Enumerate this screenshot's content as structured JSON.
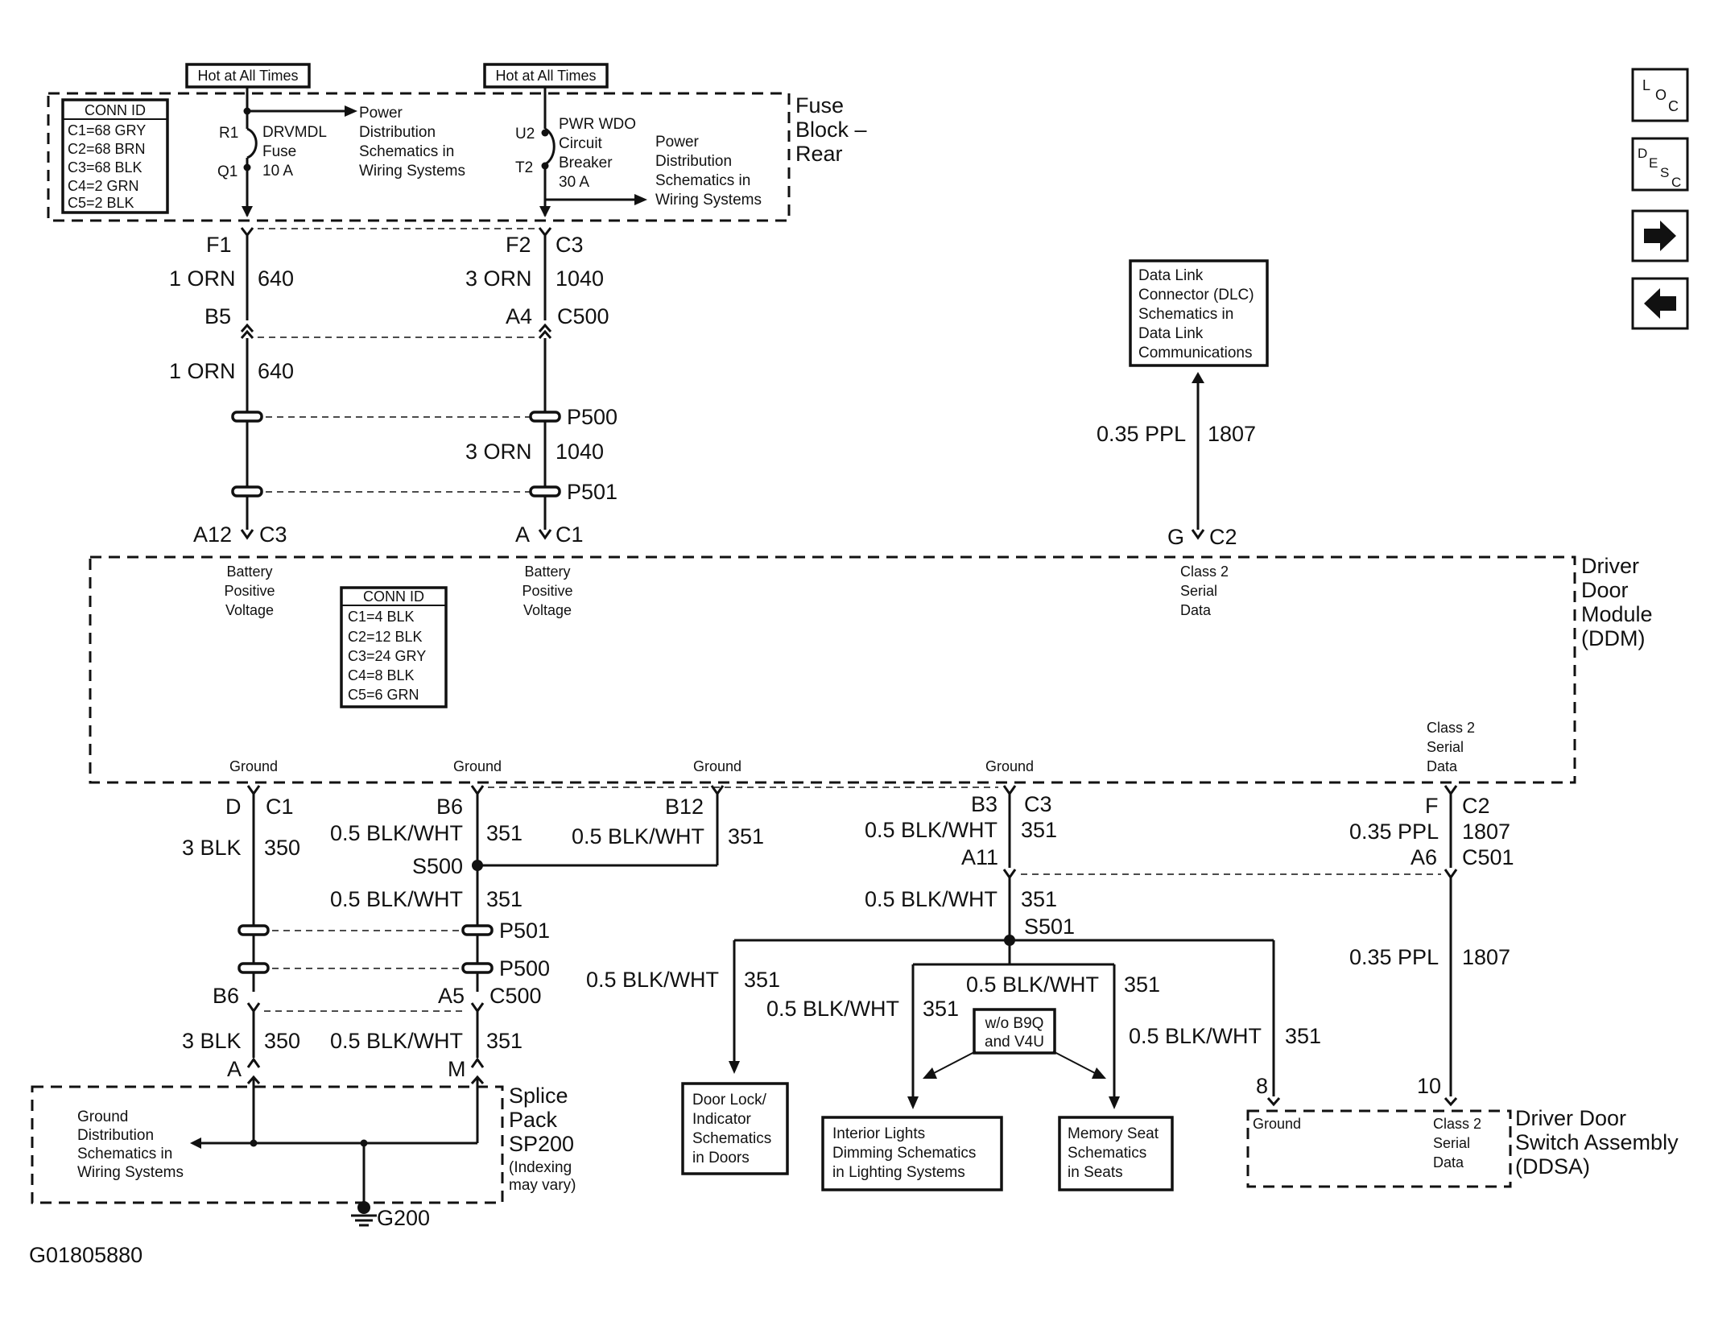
{
  "hot1": "Hot at All Times",
  "hot2": "Hot at All Times",
  "fuse_conn": {
    "title": "CONN ID",
    "rows": [
      "C1=68 GRY",
      "C2=68 BRN",
      "C3=68 BLK",
      "C4=2 GRN",
      "C5=2 BLK"
    ]
  },
  "ddm_conn": {
    "title": "CONN ID",
    "rows": [
      "C1=4 BLK",
      "C2=12 BLK",
      "C3=24 GRY",
      "C4=8 BLK",
      "C5=6 GRN"
    ]
  },
  "fuse_block": {
    "name": [
      "Fuse",
      "Block –",
      "Rear"
    ]
  },
  "fuse1": {
    "r": "R1",
    "q": "Q1",
    "label": [
      "DRVMDL",
      "Fuse",
      "10 A"
    ],
    "power": [
      "Power",
      "Distribution",
      "Schematics in",
      "Wiring Systems"
    ]
  },
  "fuse2": {
    "u": "U2",
    "t": "T2",
    "label": [
      "PWR WDO",
      "Circuit",
      "Breaker",
      "30 A"
    ],
    "power": [
      "Power",
      "Distribution",
      "Schematics in",
      "Wiring Systems"
    ]
  },
  "col1": {
    "pin_f": "F1",
    "wire1": "1 ORN",
    "circ1": "640",
    "pin_b": "B5",
    "wire2": "1 ORN",
    "circ2": "640",
    "pin_a": "A12",
    "conn_a": "C3",
    "voltage": [
      "Battery",
      "Positive",
      "Voltage"
    ]
  },
  "col2": {
    "pin_f": "F2",
    "conn_f": "C3",
    "wire1": "3 ORN",
    "circ1": "1040",
    "pin_b": "A4",
    "conn_b": "C500",
    "p500": "P500",
    "wire2": "3 ORN",
    "circ2": "1040",
    "p501": "P501",
    "pin_a": "A",
    "conn_a": "C1",
    "voltage": [
      "Battery",
      "Positive",
      "Voltage"
    ]
  },
  "dlc": {
    "lines": [
      "Data Link",
      "Connector (DLC)",
      "Schematics in",
      "Data Link",
      "Communications"
    ],
    "wire": "0.35 PPL",
    "circ": "1807",
    "pin": "G",
    "conn": "C2",
    "signal": [
      "Class 2",
      "Serial",
      "Data"
    ]
  },
  "ddm": {
    "name": [
      "Driver",
      "Door",
      "Module",
      "(DDM)"
    ],
    "grounds": [
      "Ground",
      "Ground",
      "Ground",
      "Ground"
    ],
    "class2": [
      "Class 2",
      "Serial",
      "Data"
    ]
  },
  "gnd1": {
    "pin": "D",
    "conn": "C1",
    "wire": "3 BLK",
    "circ": "350",
    "pin_b": "B6",
    "wire_b": "3 BLK",
    "circ_b": "350",
    "pin_sp": "A"
  },
  "gnd2": {
    "pin": "B6",
    "wire": "0.5 BLK/WHT",
    "circ": "351",
    "splice": "S500",
    "wire2": "0.5 BLK/WHT",
    "circ2": "351",
    "p501": "P501",
    "p500": "P500",
    "pin_b": "A5",
    "conn_b": "C500",
    "wire_b": "0.5 BLK/WHT",
    "circ_b": "351",
    "pin_sp": "M"
  },
  "gnd3": {
    "pin": "B12",
    "wire": "0.5 BLK/WHT",
    "circ": "351"
  },
  "gnd4": {
    "pin": "B3",
    "conn": "C3",
    "wire": "0.5 BLK/WHT",
    "circ": "351",
    "pin_b": "A11",
    "wire2": "0.5 BLK/WHT",
    "circ2": "351",
    "splice": "S501"
  },
  "branches": {
    "b1": {
      "wire": "0.5 BLK/WHT",
      "circ": "351"
    },
    "b2": {
      "wire": "0.5 BLK/WHT",
      "circ": "351"
    },
    "b3": {
      "wire": "0.5 BLK/WHT",
      "circ": "351"
    },
    "b4": {
      "wire": "0.5 BLK/WHT",
      "circ": "351"
    }
  },
  "option": [
    "w/o B9Q",
    "and V4U"
  ],
  "door_lock": [
    "Door Lock/",
    "Indicator",
    "Schematics",
    "in Doors"
  ],
  "interior": [
    "Interior Lights",
    "Dimming Schematics",
    "in Lighting Systems"
  ],
  "memory": [
    "Memory Seat",
    "Schematics",
    "in Seats"
  ],
  "serial": {
    "pin": "F",
    "conn": "C2",
    "wire": "0.35 PPL",
    "circ": "1807",
    "pin_b": "A6",
    "conn_b": "C501",
    "wire2": "0.35 PPL",
    "circ2": "1807"
  },
  "ddsa": {
    "name": [
      "Driver Door",
      "Switch Assembly",
      "(DDSA)"
    ],
    "pin_gnd": "8",
    "gnd": "Ground",
    "pin_data": "10",
    "data": [
      "Class 2",
      "Serial",
      "Data"
    ]
  },
  "splice_pack": {
    "name": [
      "Splice",
      "Pack",
      "SP200"
    ],
    "note": [
      "(Indexing",
      "may vary)"
    ],
    "ground_dist": [
      "Ground",
      "Distribution",
      "Schematics in",
      "Wiring Systems"
    ],
    "ground": "G200"
  },
  "figure_id": "G01805880",
  "nav": {
    "loc": [
      "L",
      "O",
      "C"
    ],
    "desc": [
      "D",
      "E",
      "S",
      "C"
    ]
  }
}
